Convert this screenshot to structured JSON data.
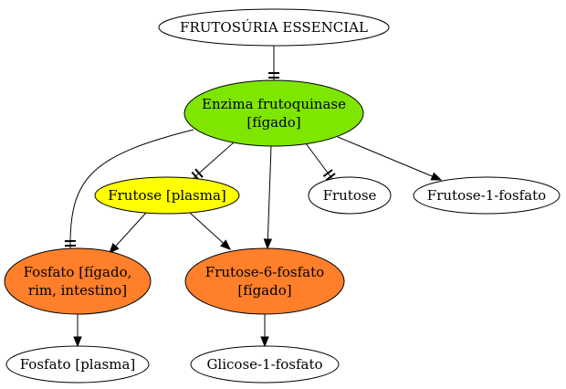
{
  "nodes": {
    "root": {
      "lines": [
        "FRUTOSÚRIA ESSENCIAL"
      ],
      "fill": "#ffffff"
    },
    "enzima": {
      "lines": [
        "Enzima frutoquinase",
        "[fígado]"
      ],
      "fill": "#7ee600"
    },
    "frutose_pl": {
      "lines": [
        "Frutose [plasma]"
      ],
      "fill": "#ffff00"
    },
    "frutose": {
      "lines": [
        "Frutose"
      ],
      "fill": "#ffffff"
    },
    "f1p": {
      "lines": [
        "Frutose-1-fosfato"
      ],
      "fill": "#ffffff"
    },
    "fosfato": {
      "lines": [
        "Fosfato [fígado,",
        "rim, intestino]"
      ],
      "fill": "#ff7f2a"
    },
    "f6p": {
      "lines": [
        "Frutose-6-fosfato",
        "[fígado]"
      ],
      "fill": "#ff7f2a"
    },
    "fosfato_pl": {
      "lines": [
        "Fosfato [plasma]"
      ],
      "fill": "#ffffff"
    },
    "g1p": {
      "lines": [
        "Glicose-1-fosfato"
      ],
      "fill": "#ffffff"
    }
  },
  "edges": [
    {
      "from": "root",
      "to": "enzima",
      "arrow": "tee"
    },
    {
      "from": "enzima",
      "to": "frutose_pl",
      "arrow": "tee"
    },
    {
      "from": "enzima",
      "to": "frutose",
      "arrow": "tee"
    },
    {
      "from": "enzima",
      "to": "f1p",
      "arrow": "normal"
    },
    {
      "from": "enzima",
      "to": "fosfato",
      "arrow": "tee"
    },
    {
      "from": "enzima",
      "to": "f6p",
      "arrow": "normal"
    },
    {
      "from": "frutose_pl",
      "to": "fosfato",
      "arrow": "normal"
    },
    {
      "from": "frutose_pl",
      "to": "f6p",
      "arrow": "normal"
    },
    {
      "from": "fosfato",
      "to": "fosfato_pl",
      "arrow": "normal"
    },
    {
      "from": "f6p",
      "to": "g1p",
      "arrow": "normal"
    }
  ]
}
